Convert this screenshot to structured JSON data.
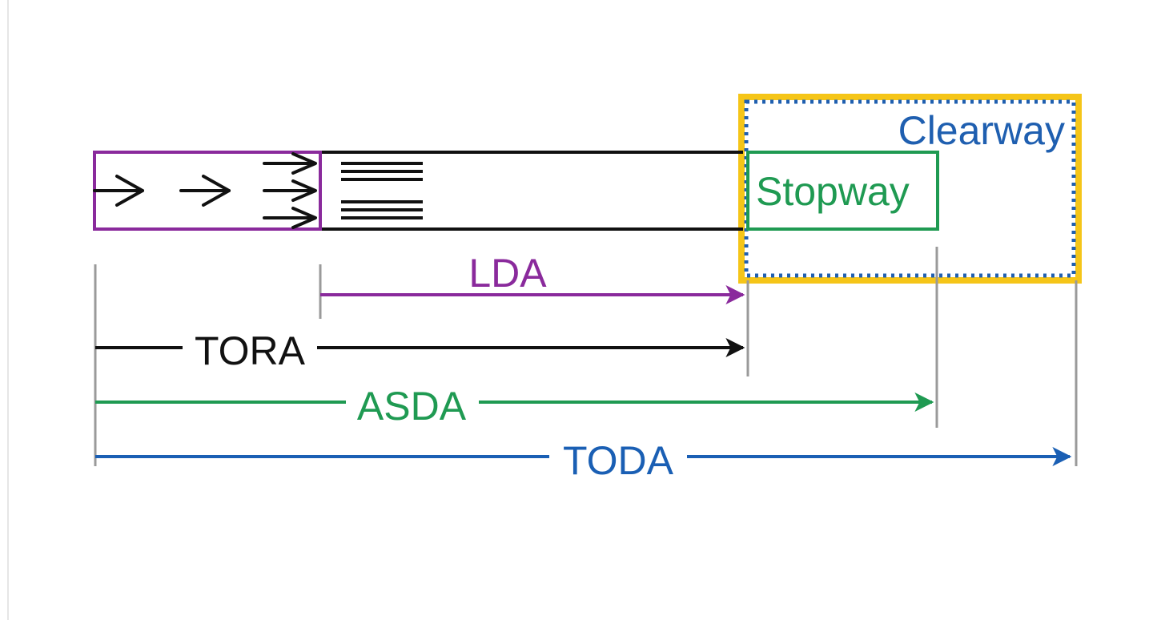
{
  "diagram": {
    "labels": {
      "clearway": "Clearway",
      "stopway": "Stopway",
      "lda": "LDA",
      "tora": "TORA",
      "asda": "ASDA",
      "toda": "TODA"
    },
    "colors": {
      "clearway_text": "#1f5fb0",
      "clearway_fill_border": "#f5c518",
      "clearway_dots": "#1f5fb0",
      "stopway": "#1f9a52",
      "lda": "#8a2a9c",
      "tora": "#111111",
      "asda": "#1f9a52",
      "toda": "#1a5fb4",
      "tick": "#9a9a9a",
      "page_gridline": "#e6e6e6"
    },
    "icons": {
      "approach_arrows": "right-arrow-icon",
      "chevron_arrows": "chevron-arrow-icon",
      "threshold_bars": "threshold-marking-icon"
    }
  }
}
